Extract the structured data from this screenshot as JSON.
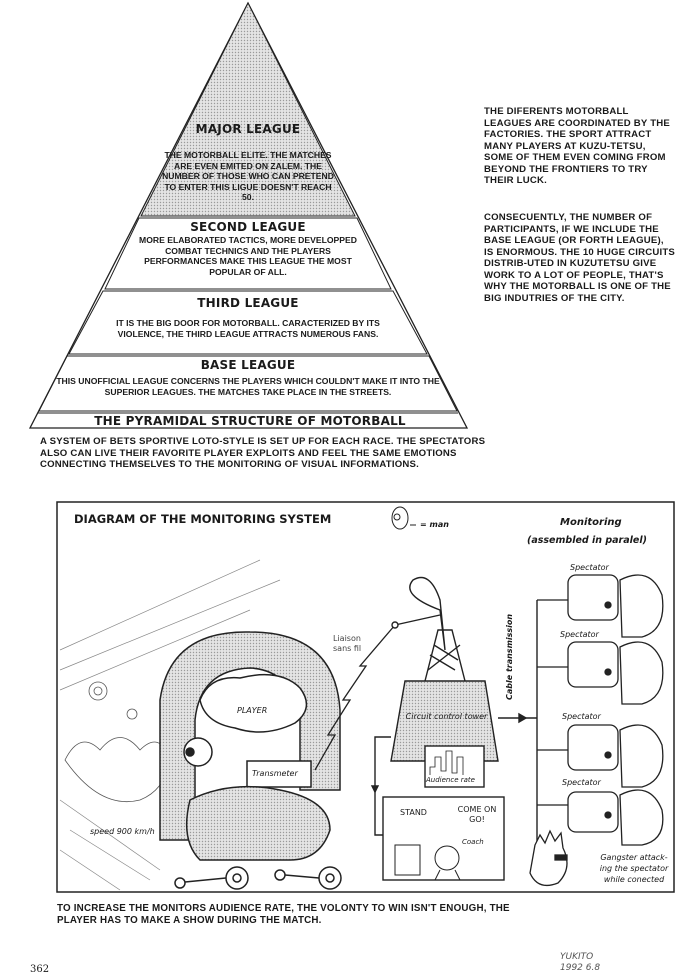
{
  "pyramid": {
    "title": "THE PYRAMIDAL STRUCTURE OF MOTORBALL",
    "leagues": [
      {
        "name": "MAJOR LEAGUE",
        "text": "THE MOTORBALL ELITE. THE MATCHES ARE EVEN EMITED ON ZALEM. THE NUMBER OF THOSE WHO CAN PRETEND TO ENTER THIS LIGUE DOESN'T REACH 50."
      },
      {
        "name": "SECOND LEAGUE",
        "text": "MORE ELABORATED TACTICS, MORE DEVELOPPED COMBAT TECHNICS AND THE PLAYERS PERFORMANCES MAKE THIS LEAGUE THE MOST POPULAR OF ALL."
      },
      {
        "name": "THIRD LEAGUE",
        "text": "IT IS THE BIG DOOR FOR MOTORBALL. CARACTERIZED BY ITS VIOLENCE, THE THIRD LEAGUE ATTRACTS NUMEROUS FANS."
      },
      {
        "name": "BASE LEAGUE",
        "text": "THIS UNOFFICIAL LEAGUE CONCERNS THE PLAYERS WHICH COULDN'T MAKE IT INTO THE SUPERIOR LEAGUES. THE MATCHES TAKE PLACE IN THE STREETS."
      }
    ]
  },
  "side_text": [
    "THE DIFERENTS MOTORBALL LEAGUES ARE COORDINATED BY THE FACTORIES. THE SPORT ATTRACT MANY PLAYERS AT KUZU-TETSU, SOME OF THEM EVEN COMING FROM BEYOND THE FRONTIERS TO TRY THEIR LUCK.",
    "CONSECUENTLY, THE NUMBER OF PARTICIPANTS, IF WE INCLUDE THE BASE LEAGUE (OR FORTH LEAGUE), IS ENORMOUS. THE 10 HUGE CIRCUITS DISTRIB-UTED IN KUZUTETSU GIVE WORK TO A LOT OF PEOPLE, THAT'S WHY THE MOTORBALL IS ONE OF THE BIG INDUTRIES OF THE CITY."
  ],
  "bets_text": "A SYSTEM OF BETS SPORTIVE LOTO-STYLE IS SET UP FOR EACH RACE. THE SPECTATORS ALSO CAN LIVE THEIR FAVORITE PLAYER EXPLOITS AND FEEL THE SAME EMOTIONS CONNECTING THEMSELVES TO THE MONITORING OF VISUAL INFORMATIONS.",
  "diagram": {
    "title": "DIAGRAM OF THE MONITORING SYSTEM",
    "legend": "= man",
    "monitoring": "Monitoring",
    "monitoring_sub": "(assembled in paralel)",
    "spectator": [
      "Spectator",
      "Spectator",
      "Spectator",
      "Spectator"
    ],
    "liaison": "Liaison sans fil",
    "cable": "Cable transmission",
    "tower": "Circuit control tower",
    "audience": "Audience rate",
    "player": "PLAYER",
    "transmeter": "Transmeter",
    "stand": "STAND",
    "come_on": "COME ON GO!",
    "coach": "Coach",
    "speed": "speed 900 km/h",
    "gangster": "Gangster attack-ing the spectator while conected"
  },
  "bottom_text": "TO INCREASE THE MONITORS AUDIENCE RATE, THE VOLONTY TO WIN ISN'T ENOUGH, THE PLAYER HAS TO MAKE A SHOW DURING THE MATCH.",
  "signature": "YUKITO 1992 6.8",
  "page_number": "362"
}
